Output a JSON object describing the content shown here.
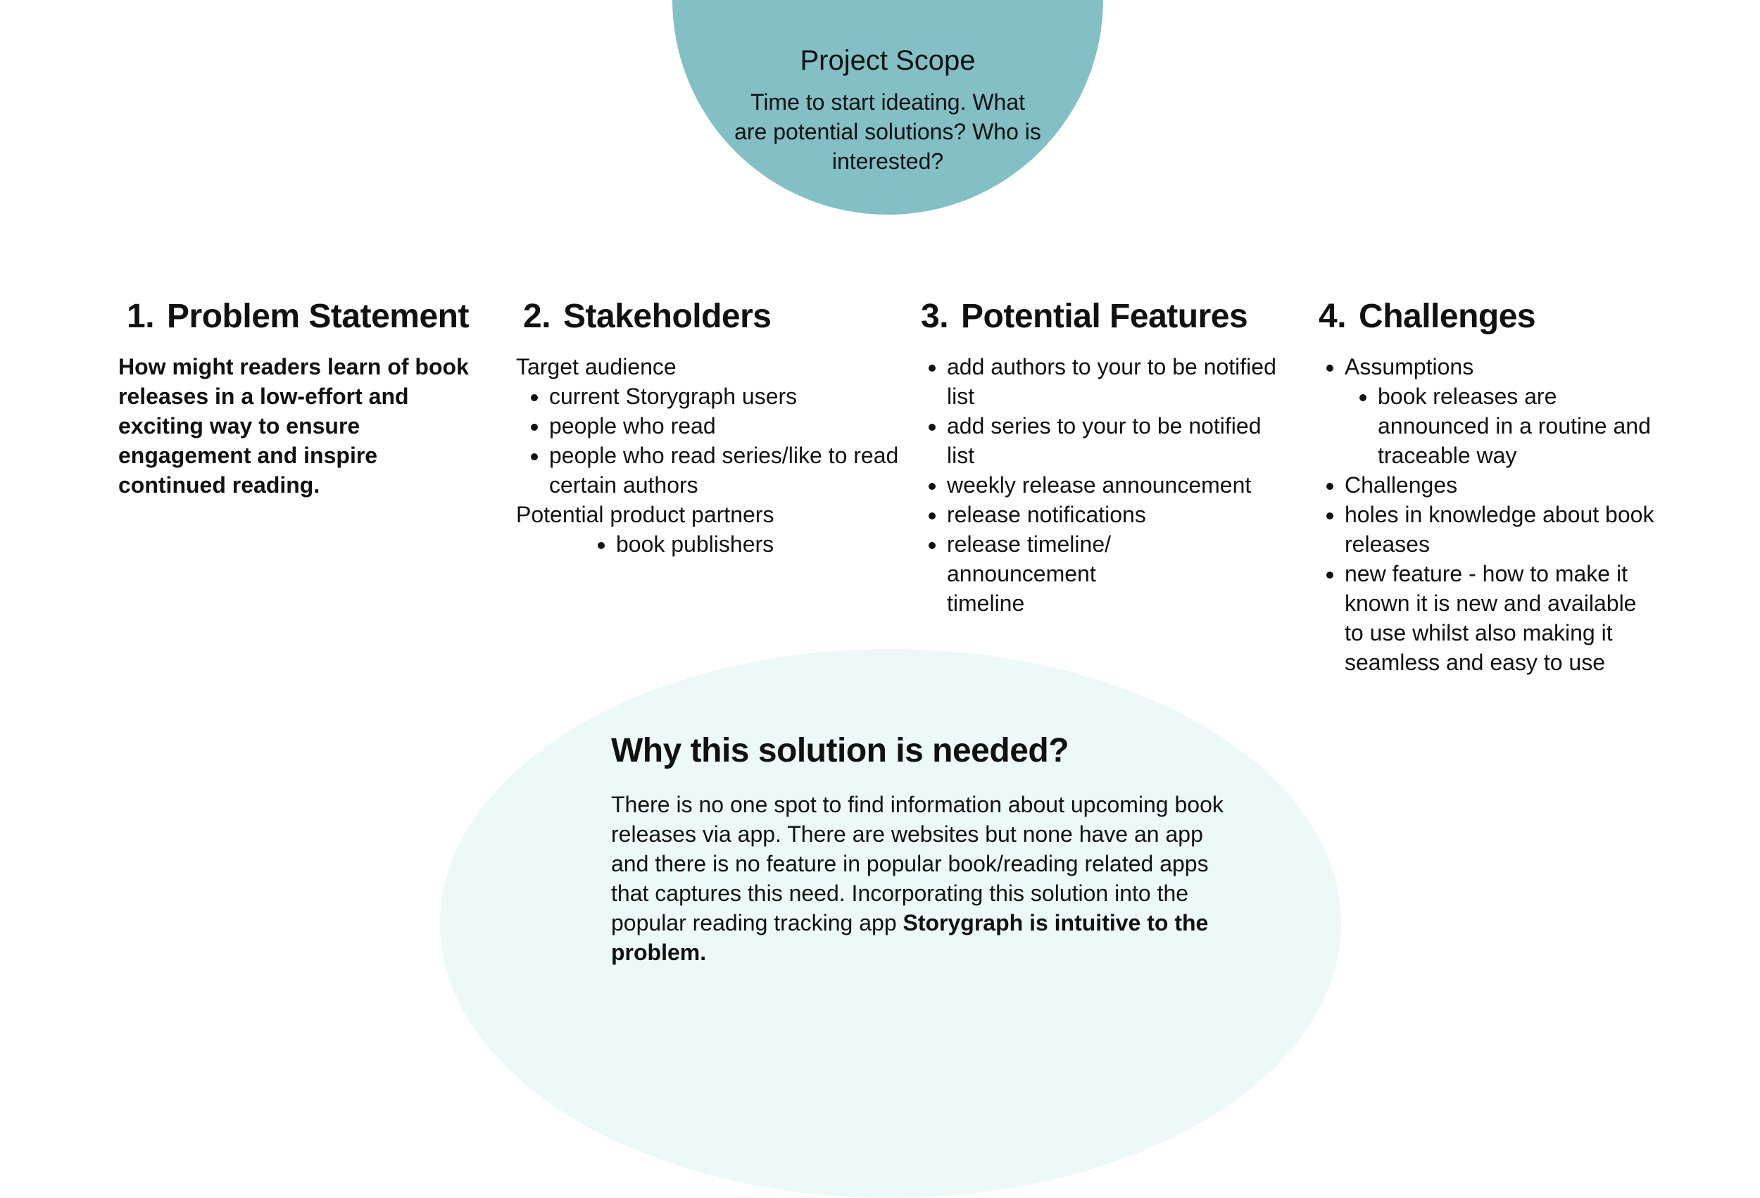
{
  "scope": {
    "title": "Project Scope",
    "text": "Time to start ideating. What are potential solutions? Who is interested?"
  },
  "columns": {
    "problem": {
      "number": "1.",
      "title": "Problem Statement",
      "text": "How might readers learn of book releases in a low-effort and exciting way to ensure engagement and inspire continued reading."
    },
    "stakeholders": {
      "number": "2.",
      "title": "Stakeholders",
      "audience_label": "Target audience",
      "audience": [
        "current Storygraph users",
        "people who read",
        "people who read series/like to read certain authors"
      ],
      "partners_label": "Potential product partners",
      "partners": [
        "book publishers"
      ]
    },
    "features": {
      "number": "3.",
      "title": "Potential Features",
      "items": [
        "add authors to your to be notified list",
        "add series to your to be notified list",
        "weekly release announcement",
        "release notifications",
        "release timeline/ announcement timeline"
      ]
    },
    "challenges": {
      "number": "4.",
      "title": "Challenges",
      "assumptions_label": "Assumptions",
      "assumptions": [
        "book releases are announced in a routine and traceable way"
      ],
      "items": [
        "Challenges",
        "holes in knowledge about book releases",
        "new feature - how to make it known it is new and available to use whilst also making it seamless and easy to use"
      ]
    }
  },
  "why": {
    "title": "Why this solution is needed?",
    "text": "There is no one spot to find information about upcoming book releases via app. There are websites but none have an app and there is no feature in popular book/reading related apps that captures this need. Incorporating this solution into the popular reading tracking app ",
    "bold_text": "Storygraph is intuitive to the problem."
  },
  "colors": {
    "top_circle": "#83bfc5",
    "bottom_ellipse": "#edf8f8",
    "text": "#111111"
  }
}
